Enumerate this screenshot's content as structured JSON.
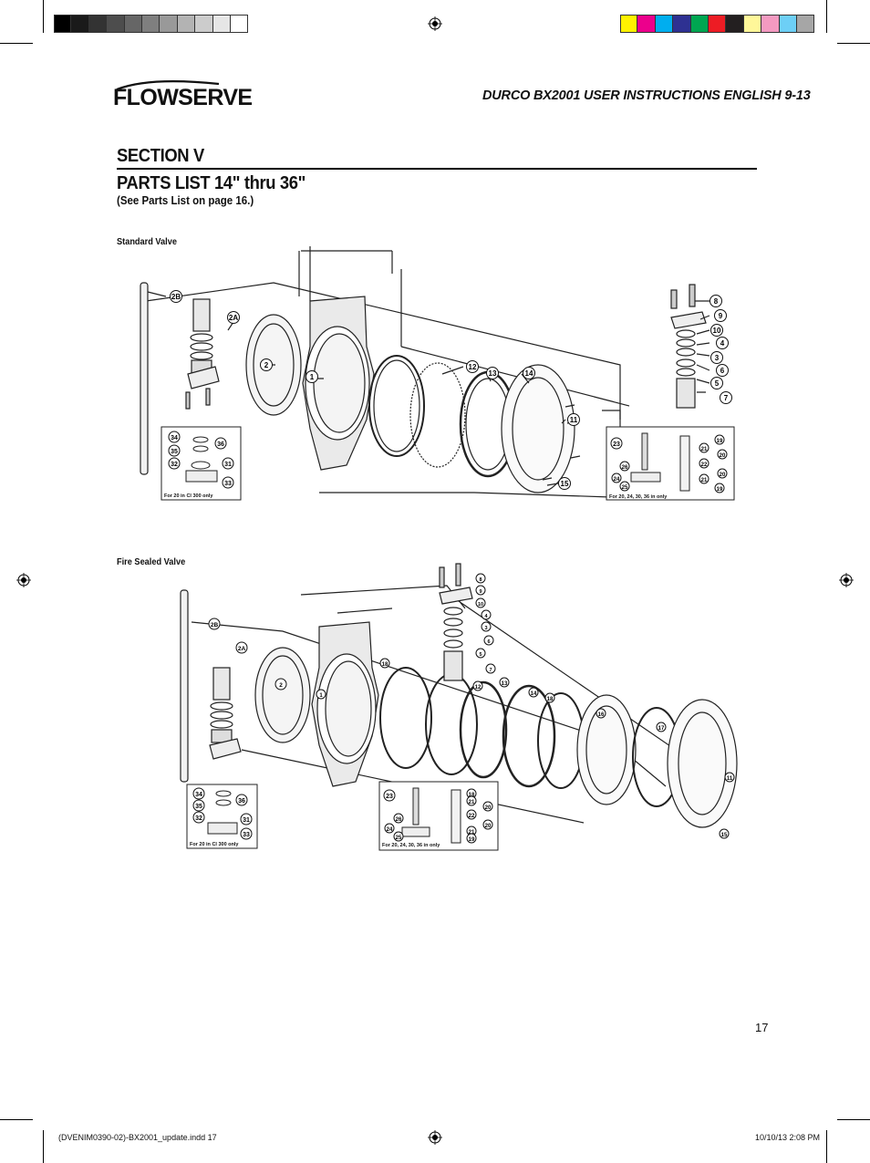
{
  "print_marks": {
    "gray_swatches": [
      "#000000",
      "#1a1a1a",
      "#333333",
      "#4d4d4d",
      "#666666",
      "#7f7f7f",
      "#999999",
      "#b3b3b3",
      "#cccccc",
      "#e6e6e6",
      "#ffffff"
    ],
    "color_swatches": [
      "#fff200",
      "#ec008c",
      "#00aeef",
      "#2e3192",
      "#00a651",
      "#ed1c24",
      "#231f20",
      "#fff799",
      "#f49ac1",
      "#6dcff6",
      "#a6a6a6"
    ]
  },
  "header": {
    "brand": "FLOWSERVE",
    "doc_title": "DURCO BX2001 USER INSTRUCTIONS ENGLISH 9-13"
  },
  "section": {
    "label": "SECTION V",
    "title": "PARTS LIST 14\" thru 36\"",
    "reference": "(See Parts List on page 16.)"
  },
  "figures": {
    "standard": {
      "caption": "Standard Valve",
      "callouts_main": [
        "2B",
        "2A",
        "2",
        "1",
        "12",
        "13",
        "14",
        "11",
        "15",
        "8",
        "9",
        "10",
        "4",
        "3",
        "6",
        "5",
        "7"
      ],
      "inset_left": {
        "callouts": [
          "34",
          "35",
          "36",
          "32",
          "31",
          "33"
        ],
        "note": "For 20 in Cl 300 only"
      },
      "inset_right": {
        "callouts": [
          "23",
          "19",
          "21",
          "20",
          "22",
          "21",
          "20",
          "19",
          "26",
          "24",
          "25"
        ],
        "note": "For 20, 24, 30, 36 in only"
      }
    },
    "fire_sealed": {
      "caption": "Fire Sealed Valve",
      "callouts_main": [
        "2B",
        "2A",
        "2",
        "1",
        "18",
        "12",
        "13",
        "14",
        "18",
        "16",
        "17",
        "11",
        "15",
        "8",
        "9",
        "10",
        "4",
        "3",
        "6",
        "5",
        "7"
      ],
      "inset_left": {
        "callouts": [
          "34",
          "35",
          "36",
          "32",
          "31",
          "33"
        ],
        "note": "For 20 in Cl 300 only"
      },
      "inset_right": {
        "callouts": [
          "23",
          "18",
          "21",
          "20",
          "22",
          "20",
          "21",
          "19",
          "26",
          "24",
          "25"
        ],
        "note": "For 20, 24, 30, 36 in only"
      }
    }
  },
  "page_number": "17",
  "footer": {
    "file": "(DVENIM0390-02)-BX2001_update.indd   17",
    "timestamp": "10/10/13   2:08 PM"
  }
}
